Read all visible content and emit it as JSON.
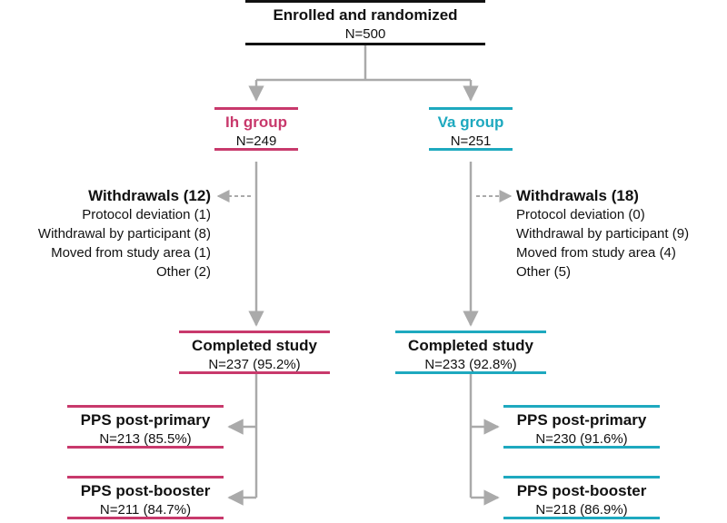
{
  "colors": {
    "ih": "#c8396c",
    "va": "#1ea9bf",
    "black": "#111111",
    "line": "#aaaaaa"
  },
  "enrolled": {
    "title": "Enrolled and randomized",
    "n": "N=500"
  },
  "ih": {
    "group": {
      "title": "Ih group",
      "n": "N=249"
    },
    "withdrawals": {
      "title": "Withdrawals (12)",
      "items": [
        "Protocol deviation (1)",
        "Withdrawal by participant (8)",
        "Moved from study area (1)",
        "Other (2)"
      ]
    },
    "completed": {
      "title": "Completed study",
      "n": "N=237 (95.2%)"
    },
    "pps_primary": {
      "title": "PPS post-primary",
      "n": "N=213 (85.5%)"
    },
    "pps_booster": {
      "title": "PPS post-booster",
      "n": "N=211 (84.7%)"
    }
  },
  "va": {
    "group": {
      "title": "Va group",
      "n": "N=251"
    },
    "withdrawals": {
      "title": "Withdrawals (18)",
      "items": [
        "Protocol deviation (0)",
        "Withdrawal by participant (9)",
        "Moved from study area (4)",
        "Other (5)"
      ]
    },
    "completed": {
      "title": "Completed study",
      "n": "N=233 (92.8%)"
    },
    "pps_primary": {
      "title": "PPS post-primary",
      "n": "N=230 (91.6%)"
    },
    "pps_booster": {
      "title": "PPS post-booster",
      "n": "N=218 (86.9%)"
    }
  }
}
